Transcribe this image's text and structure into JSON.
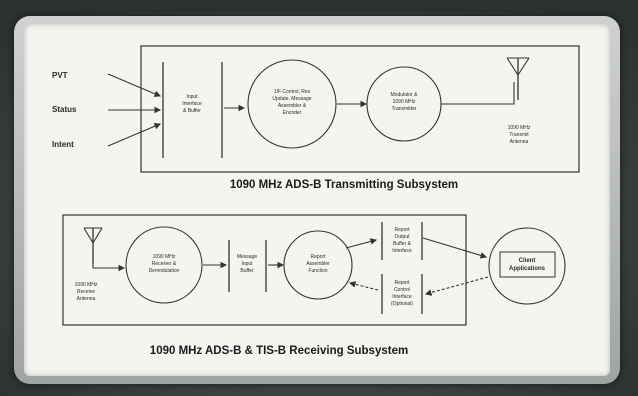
{
  "transmit": {
    "inputs": [
      "PVT",
      "Status",
      "Intent"
    ],
    "block1": [
      "Input",
      "Interface",
      "& Buffer"
    ],
    "block2": [
      "1/F Control, Rev",
      "Update, Message",
      "Assembler &",
      "Encoder"
    ],
    "block3": [
      "Modulator &",
      "1090 MHz",
      "Transmitter"
    ],
    "antenna": [
      "1090 MHz",
      "Transmit",
      "Antenna"
    ],
    "caption": "1090 MHz ADS-B Transmitting Subsystem"
  },
  "receive": {
    "antenna": [
      "1090 MHz",
      "Receive",
      "Antenna"
    ],
    "block1": [
      "1090 MHz",
      "Receiver &",
      "Demodulation"
    ],
    "block2": [
      "Message",
      "Input",
      "Buffer"
    ],
    "block3": [
      "Report",
      "Assembler",
      "Function"
    ],
    "out_upper": [
      "Report",
      "Output",
      "Buffer &",
      "Interface"
    ],
    "out_lower": [
      "Report",
      "Control",
      "Interface",
      "(Optional)"
    ],
    "client": [
      "Client",
      "Applications"
    ],
    "caption": "1090 MHz ADS-B & TIS-B Receiving Subsystem"
  }
}
